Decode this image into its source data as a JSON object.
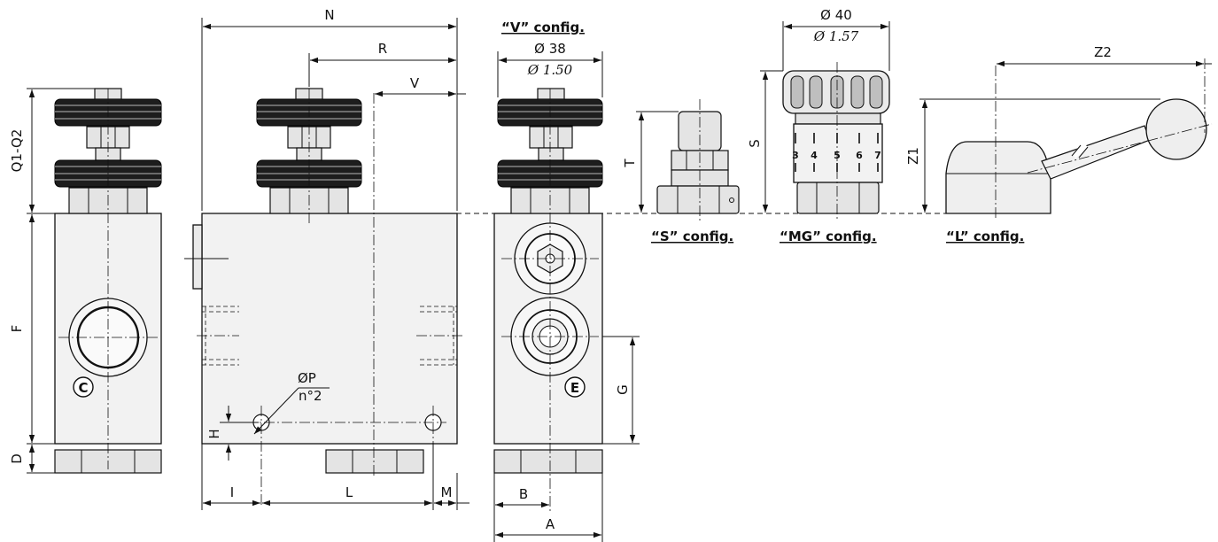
{
  "dims": {
    "n": "N",
    "r": "R",
    "v": "V",
    "q1q2": "Q1-Q2",
    "f": "F",
    "d": "D",
    "h": "H",
    "i": "I",
    "l": "L",
    "m": "M",
    "phi_p": "ØP",
    "n2": "n°2",
    "b": "B",
    "a": "A",
    "g": "G",
    "t": "T",
    "s": "S",
    "z1": "Z1",
    "z2": "Z2",
    "d38": "Ø 38",
    "d150": "Ø 1.50",
    "d40": "Ø 40",
    "d157": "Ø 1.57"
  },
  "configs": {
    "v": "“V” config.",
    "s": "“S” config.",
    "mg": "“MG” config.",
    "l": "“L” config."
  },
  "ports": {
    "c": "C",
    "e": "E"
  },
  "scale_marks": [
    "3",
    "4",
    "5",
    "6",
    "7"
  ]
}
